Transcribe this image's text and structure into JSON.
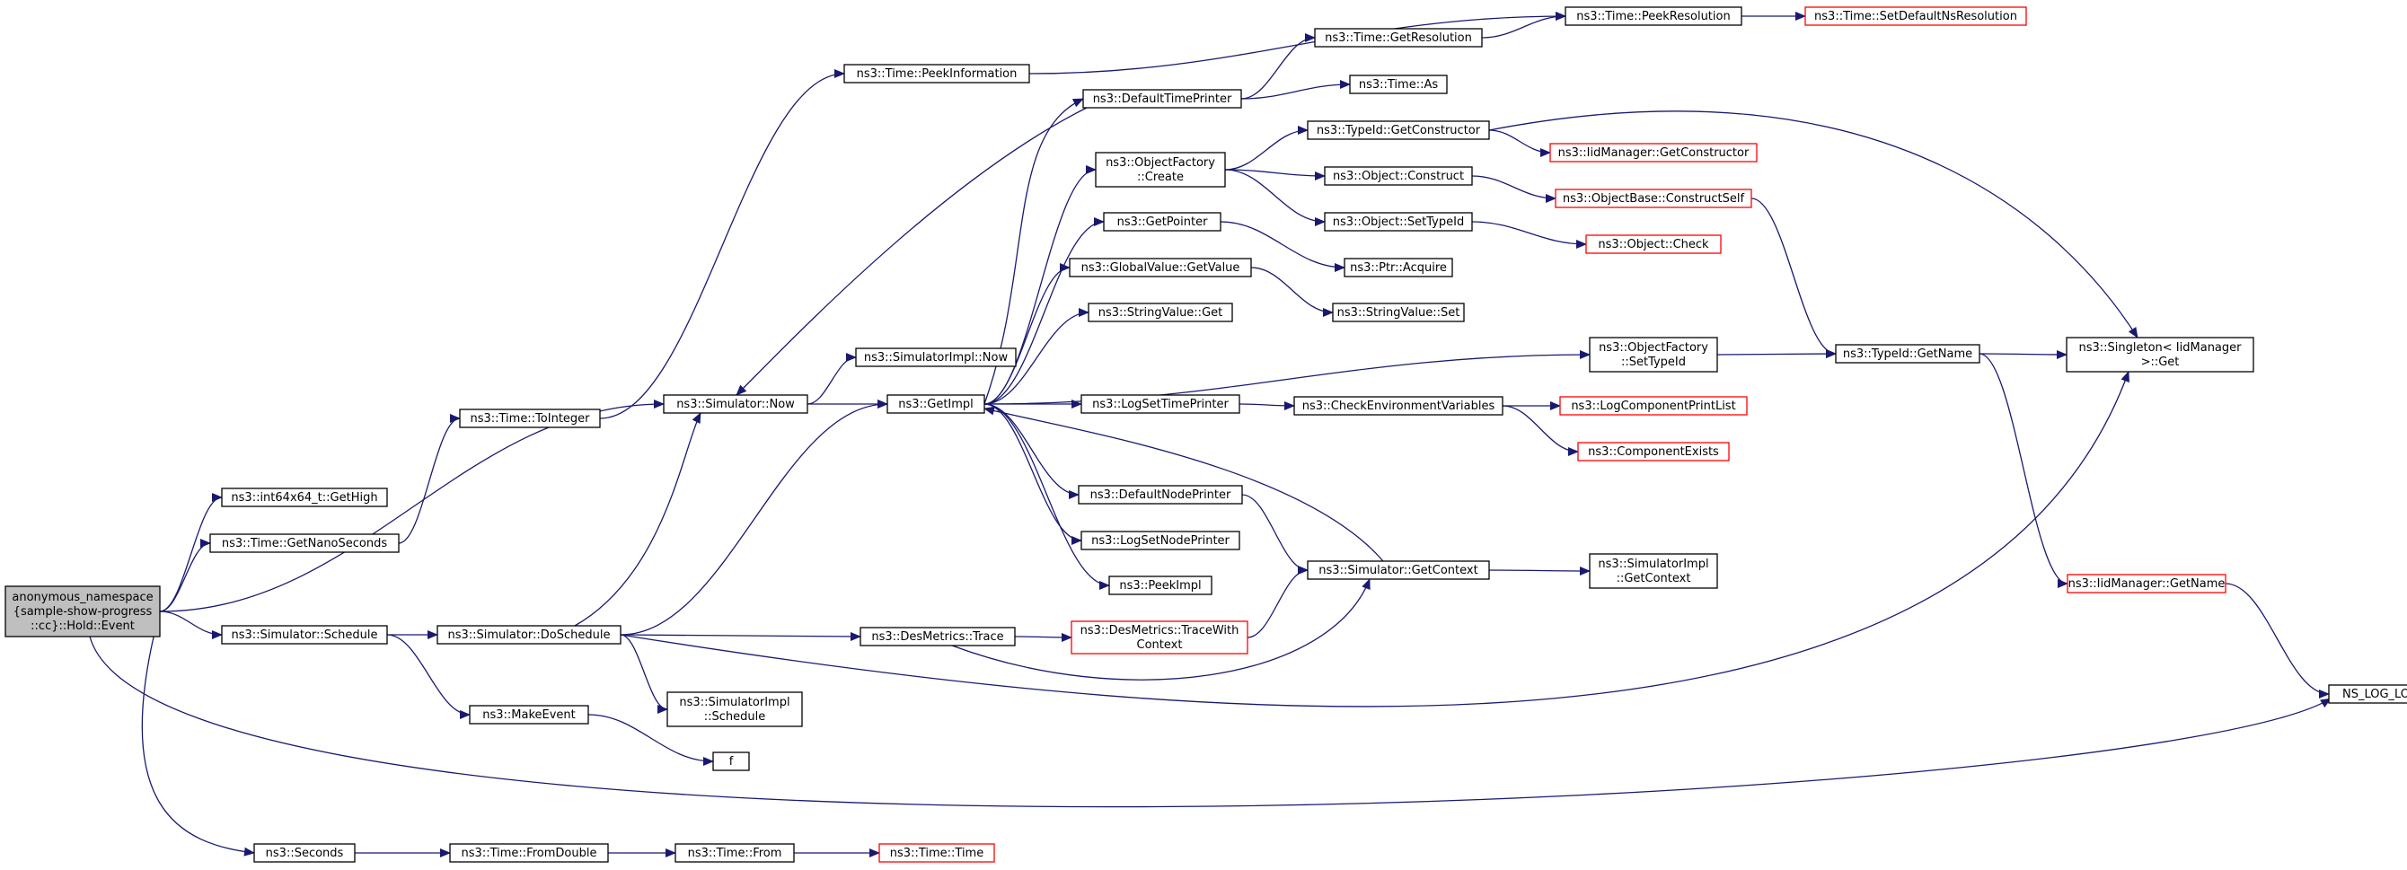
{
  "diagram": {
    "colors": {
      "edge": "#191970",
      "missing_border": "#ff0000",
      "root_fill": "#bfbfbf"
    },
    "nodes": [
      {
        "id": "root",
        "lines": [
          "anonymous_namespace",
          "{sample-show-progress",
          "::cc}::Hold::Event"
        ],
        "style": "root"
      },
      {
        "id": "getHigh",
        "lines": [
          "ns3::int64x64_t::GetHigh"
        ]
      },
      {
        "id": "getNano",
        "lines": [
          "ns3::Time::GetNanoSeconds"
        ]
      },
      {
        "id": "schedule",
        "lines": [
          "ns3::Simulator::Schedule"
        ]
      },
      {
        "id": "seconds",
        "lines": [
          "ns3::Seconds"
        ]
      },
      {
        "id": "toInteger",
        "lines": [
          "ns3::Time::ToInteger"
        ]
      },
      {
        "id": "peekInfo",
        "lines": [
          "ns3::Time::PeekInformation"
        ]
      },
      {
        "id": "now",
        "lines": [
          "ns3::Simulator::Now"
        ]
      },
      {
        "id": "doSchedule",
        "lines": [
          "ns3::Simulator::DoSchedule"
        ]
      },
      {
        "id": "makeEvent",
        "lines": [
          "ns3::MakeEvent"
        ]
      },
      {
        "id": "f",
        "lines": [
          "f"
        ]
      },
      {
        "id": "fromDouble",
        "lines": [
          "ns3::Time::FromDouble"
        ]
      },
      {
        "id": "from",
        "lines": [
          "ns3::Time::From"
        ]
      },
      {
        "id": "timeTime",
        "lines": [
          "ns3::Time::Time"
        ],
        "style": "red"
      },
      {
        "id": "simImplNow",
        "lines": [
          "ns3::SimulatorImpl::Now"
        ]
      },
      {
        "id": "getImpl",
        "lines": [
          "ns3::GetImpl"
        ]
      },
      {
        "id": "desTrace",
        "lines": [
          "ns3::DesMetrics::Trace"
        ]
      },
      {
        "id": "simImplSchedule",
        "lines": [
          "ns3::SimulatorImpl",
          "::Schedule"
        ]
      },
      {
        "id": "traceWithContext",
        "lines": [
          "ns3::DesMetrics::TraceWith",
          "Context"
        ],
        "style": "red"
      },
      {
        "id": "defaultTimePrinter",
        "lines": [
          "ns3::DefaultTimePrinter"
        ]
      },
      {
        "id": "objFactoryCreate",
        "lines": [
          "ns3::ObjectFactory",
          "::Create"
        ]
      },
      {
        "id": "getPointer",
        "lines": [
          "ns3::GetPointer"
        ]
      },
      {
        "id": "gvGetValue",
        "lines": [
          "ns3::GlobalValue::GetValue"
        ]
      },
      {
        "id": "svGet",
        "lines": [
          "ns3::StringValue::Get"
        ]
      },
      {
        "id": "logSetTimePrinter",
        "lines": [
          "ns3::LogSetTimePrinter"
        ]
      },
      {
        "id": "defaultNodePrinter",
        "lines": [
          "ns3::DefaultNodePrinter"
        ]
      },
      {
        "id": "logSetNodePrinter",
        "lines": [
          "ns3::LogSetNodePrinter"
        ]
      },
      {
        "id": "peekImpl",
        "lines": [
          "ns3::PeekImpl"
        ]
      },
      {
        "id": "getContext",
        "lines": [
          "ns3::Simulator::GetContext"
        ]
      },
      {
        "id": "getResolution",
        "lines": [
          "ns3::Time::GetResolution"
        ]
      },
      {
        "id": "timeAs",
        "lines": [
          "ns3::Time::As"
        ]
      },
      {
        "id": "tidGetConstructor",
        "lines": [
          "ns3::TypeId::GetConstructor"
        ]
      },
      {
        "id": "objConstruct",
        "lines": [
          "ns3::Object::Construct"
        ]
      },
      {
        "id": "objSetTypeId",
        "lines": [
          "ns3::Object::SetTypeId"
        ]
      },
      {
        "id": "ptrAcquire",
        "lines": [
          "ns3::Ptr::Acquire"
        ]
      },
      {
        "id": "svSet",
        "lines": [
          "ns3::StringValue::Set"
        ]
      },
      {
        "id": "checkEnv",
        "lines": [
          "ns3::CheckEnvironmentVariables"
        ]
      },
      {
        "id": "ofSetTypeId",
        "lines": [
          "ns3::ObjectFactory",
          "::SetTypeId"
        ]
      },
      {
        "id": "simImplGetContext",
        "lines": [
          "ns3::SimulatorImpl",
          "::GetContext"
        ]
      },
      {
        "id": "peekResolution",
        "lines": [
          "ns3::Time::PeekResolution"
        ]
      },
      {
        "id": "iidGetConstructor",
        "lines": [
          "ns3::IidManager::GetConstructor"
        ],
        "style": "red"
      },
      {
        "id": "constructSelf",
        "lines": [
          "ns3::ObjectBase::ConstructSelf"
        ],
        "style": "red"
      },
      {
        "id": "objCheck",
        "lines": [
          "ns3::Object::Check"
        ],
        "style": "red"
      },
      {
        "id": "logCompPrintList",
        "lines": [
          "ns3::LogComponentPrintList"
        ],
        "style": "red"
      },
      {
        "id": "compExists",
        "lines": [
          "ns3::ComponentExists"
        ],
        "style": "red"
      },
      {
        "id": "tidGetName",
        "lines": [
          "ns3::TypeId::GetName"
        ]
      },
      {
        "id": "setDefaultNsRes",
        "lines": [
          "ns3::Time::SetDefaultNsResolution"
        ],
        "style": "red"
      },
      {
        "id": "singletonGet",
        "lines": [
          "ns3::Singleton< IidManager",
          " >::Get"
        ]
      },
      {
        "id": "iidGetName",
        "lines": [
          "ns3::IidManager::GetName"
        ],
        "style": "red"
      },
      {
        "id": "nsLogLogic",
        "lines": [
          "NS_LOG_LOGIC"
        ]
      }
    ],
    "edges": [
      [
        "root",
        "getHigh"
      ],
      [
        "root",
        "getNano"
      ],
      [
        "root",
        "now"
      ],
      [
        "root",
        "schedule"
      ],
      [
        "root",
        "seconds"
      ],
      [
        "root",
        "nsLogLogic"
      ],
      [
        "getNano",
        "toInteger"
      ],
      [
        "toInteger",
        "peekInfo"
      ],
      [
        "peekInfo",
        "peekResolution"
      ],
      [
        "now",
        "simImplNow"
      ],
      [
        "now",
        "getImpl"
      ],
      [
        "schedule",
        "doSchedule"
      ],
      [
        "schedule",
        "makeEvent"
      ],
      [
        "makeEvent",
        "f"
      ],
      [
        "doSchedule",
        "now"
      ],
      [
        "doSchedule",
        "getImpl"
      ],
      [
        "doSchedule",
        "desTrace"
      ],
      [
        "doSchedule",
        "simImplSchedule"
      ],
      [
        "doSchedule",
        "singletonGet"
      ],
      [
        "seconds",
        "fromDouble"
      ],
      [
        "fromDouble",
        "from"
      ],
      [
        "from",
        "timeTime"
      ],
      [
        "getImpl",
        "defaultTimePrinter"
      ],
      [
        "getImpl",
        "objFactoryCreate"
      ],
      [
        "getImpl",
        "getPointer"
      ],
      [
        "getImpl",
        "gvGetValue"
      ],
      [
        "getImpl",
        "svGet"
      ],
      [
        "getImpl",
        "ofSetTypeId"
      ],
      [
        "getImpl",
        "logSetTimePrinter"
      ],
      [
        "getImpl",
        "defaultNodePrinter"
      ],
      [
        "getImpl",
        "logSetNodePrinter"
      ],
      [
        "getImpl",
        "peekImpl"
      ],
      [
        "defaultTimePrinter",
        "now"
      ],
      [
        "defaultTimePrinter",
        "getResolution"
      ],
      [
        "defaultTimePrinter",
        "timeAs"
      ],
      [
        "getResolution",
        "peekResolution"
      ],
      [
        "peekResolution",
        "setDefaultNsRes"
      ],
      [
        "objFactoryCreate",
        "tidGetConstructor"
      ],
      [
        "objFactoryCreate",
        "objConstruct"
      ],
      [
        "objFactoryCreate",
        "objSetTypeId"
      ],
      [
        "tidGetConstructor",
        "iidGetConstructor"
      ],
      [
        "tidGetConstructor",
        "singletonGet"
      ],
      [
        "objConstruct",
        "constructSelf"
      ],
      [
        "constructSelf",
        "tidGetName"
      ],
      [
        "objSetTypeId",
        "objCheck"
      ],
      [
        "getPointer",
        "ptrAcquire"
      ],
      [
        "gvGetValue",
        "svSet"
      ],
      [
        "ofSetTypeId",
        "tidGetName"
      ],
      [
        "tidGetName",
        "singletonGet"
      ],
      [
        "tidGetName",
        "iidGetName"
      ],
      [
        "iidGetName",
        "nsLogLogic"
      ],
      [
        "logSetTimePrinter",
        "checkEnv"
      ],
      [
        "checkEnv",
        "logCompPrintList"
      ],
      [
        "checkEnv",
        "compExists"
      ],
      [
        "defaultNodePrinter",
        "getContext"
      ],
      [
        "getContext",
        "getImpl"
      ],
      [
        "getContext",
        "simImplGetContext"
      ],
      [
        "desTrace",
        "traceWithContext"
      ],
      [
        "desTrace",
        "getContext"
      ],
      [
        "traceWithContext",
        "getContext"
      ]
    ]
  }
}
